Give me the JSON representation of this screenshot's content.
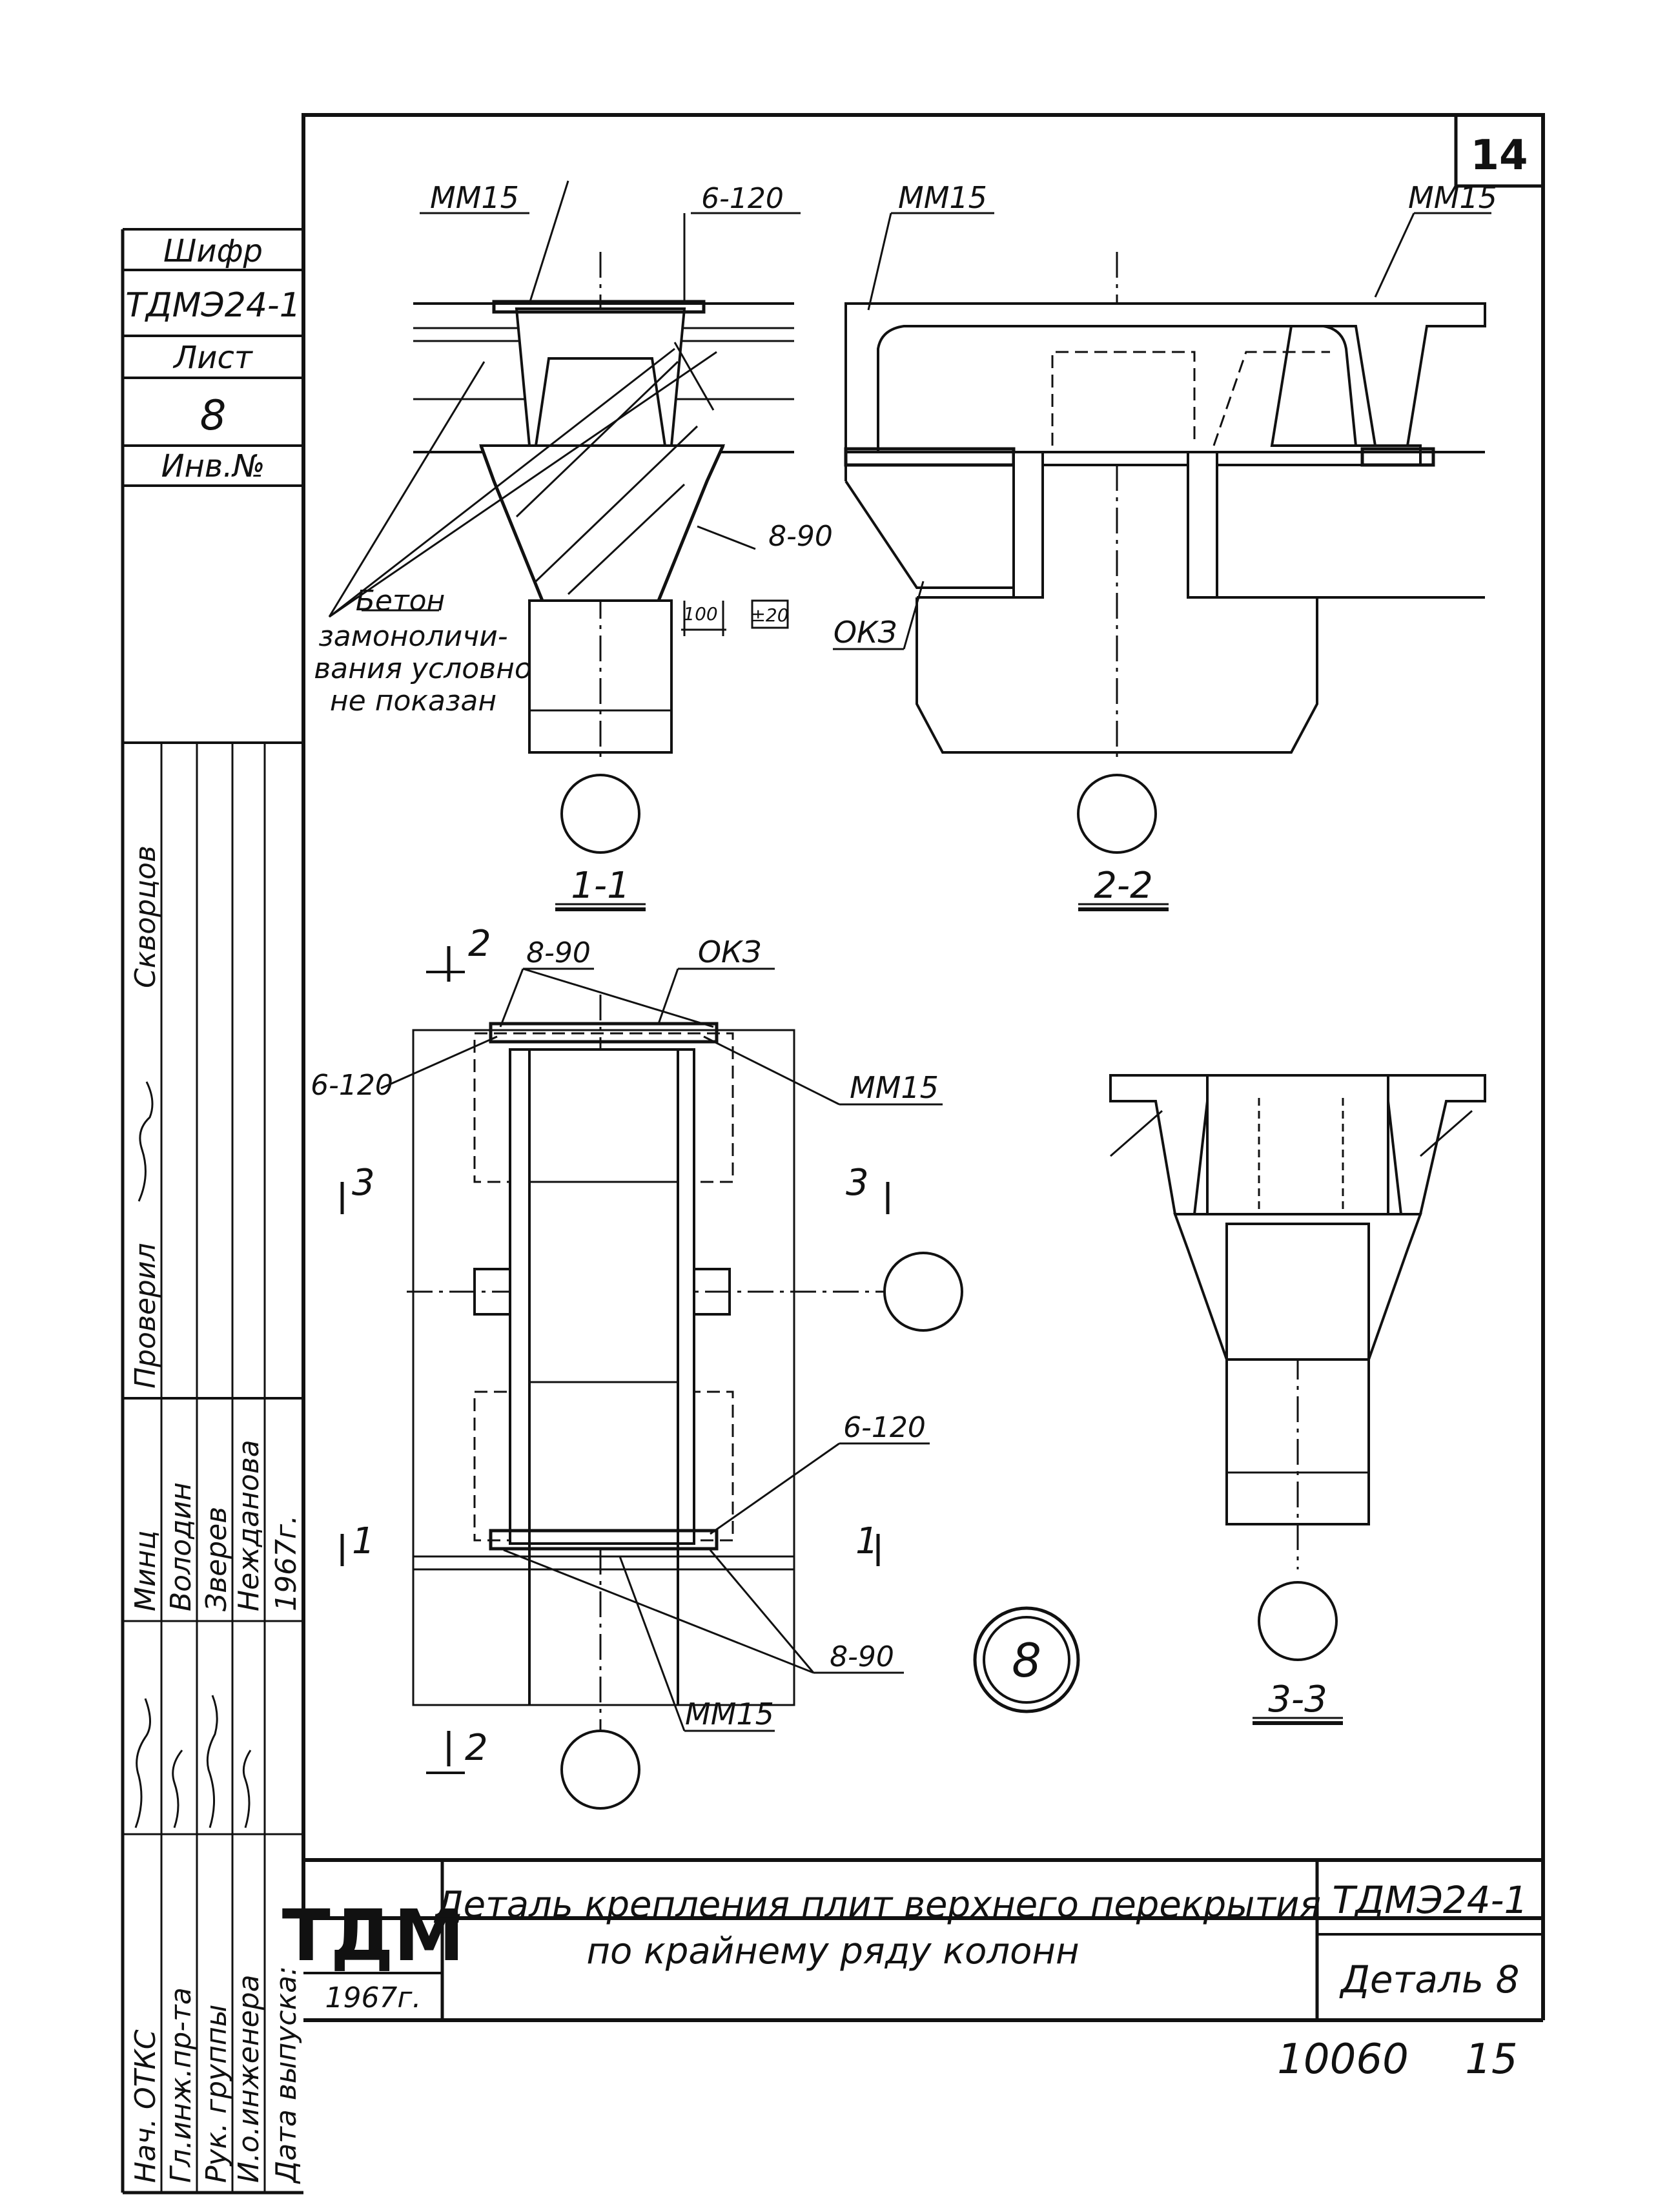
{
  "sheet_number": "14",
  "side_panel": {
    "cipher_label": "Шифр",
    "cipher_value": "ТДМЭ24-1",
    "sheet_label": "Лист",
    "sheet_value": "8",
    "inv_label": "Инв.№"
  },
  "approvals": {
    "roles": [
      "Нач. ОТКС",
      "Гл.инж.пр-та",
      "Рук. группы",
      "И.о.инженера",
      "Дата выпуска:"
    ],
    "names": [
      "Минц",
      "Володин",
      "Зверев",
      "Нежданова",
      "1967г."
    ],
    "checked_label": "Проверил",
    "checked_name": "Скворцов"
  },
  "title_block": {
    "logo": "ТДМ",
    "year": "1967г.",
    "title_line1": "Деталь крепления плит верхнего перекрытия",
    "title_line2": "по крайнему ряду колонн",
    "code": "ТДМЭ24-1",
    "detail": "Деталь 8"
  },
  "footer": {
    "archive_number": "10060",
    "page": "15"
  },
  "labels": {
    "mm15": "ММ15",
    "b6_120": "6-120",
    "b8_90": "8-90",
    "okz": "ОКЗ",
    "dim_100": "100",
    "dim_pm20": "±20",
    "note_line1": "Бетон",
    "note_line2": "замоноличи-",
    "note_line3": "вания условно",
    "note_line4": "не показан"
  },
  "sections": {
    "s11": "1-1",
    "s22": "2-2",
    "s33": "3-3",
    "mark1": "1",
    "mark2": "2",
    "mark3": "3"
  },
  "detail_number": "8"
}
